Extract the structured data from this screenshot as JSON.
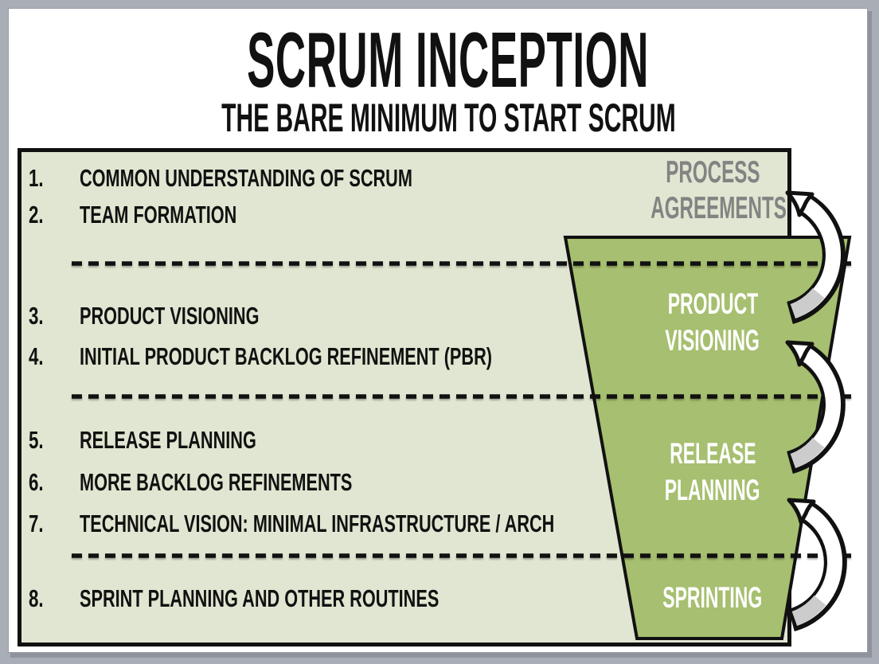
{
  "slide": {
    "title": "SCRUM INCEPTION",
    "subtitle": "THE BARE MINIMUM TO START SCRUM"
  },
  "checklist": {
    "items": [
      {
        "num": "1.",
        "label": "COMMON UNDERSTANDING OF SCRUM"
      },
      {
        "num": "2.",
        "label": "TEAM FORMATION"
      },
      {
        "num": "3.",
        "label": "PRODUCT VISIONING"
      },
      {
        "num": "4.",
        "label": "INITIAL PRODUCT BACKLOG REFINEMENT (PBR)"
      },
      {
        "num": "5.",
        "label": "RELEASE PLANNING"
      },
      {
        "num": "6.",
        "label": "MORE BACKLOG REFINEMENTS"
      },
      {
        "num": "7.",
        "label": "TECHNICAL VISION: MINIMAL INFRASTRUCTURE / ARCH"
      },
      {
        "num": "8.",
        "label": "SPRINT PLANNING AND OTHER ROUTINES"
      }
    ]
  },
  "funnel": {
    "outside_stage": {
      "line1": "PROCESS",
      "line2": "AGREEMENTS"
    },
    "stage1": {
      "line1": "PRODUCT",
      "line2": "VISIONING"
    },
    "stage2": {
      "line1": "RELEASE",
      "line2": "PLANNING"
    },
    "stage3": {
      "line1": "SPRINTING"
    }
  },
  "colors": {
    "box_fill": "#e0e6d1",
    "funnel_fill": "#a6bf70",
    "outline": "#111111",
    "outside_stage_text": "#838383",
    "stage_text": "#ffffff",
    "frame_gray": "#a9adb6",
    "arrow_tail_gray": "#cccccc"
  }
}
